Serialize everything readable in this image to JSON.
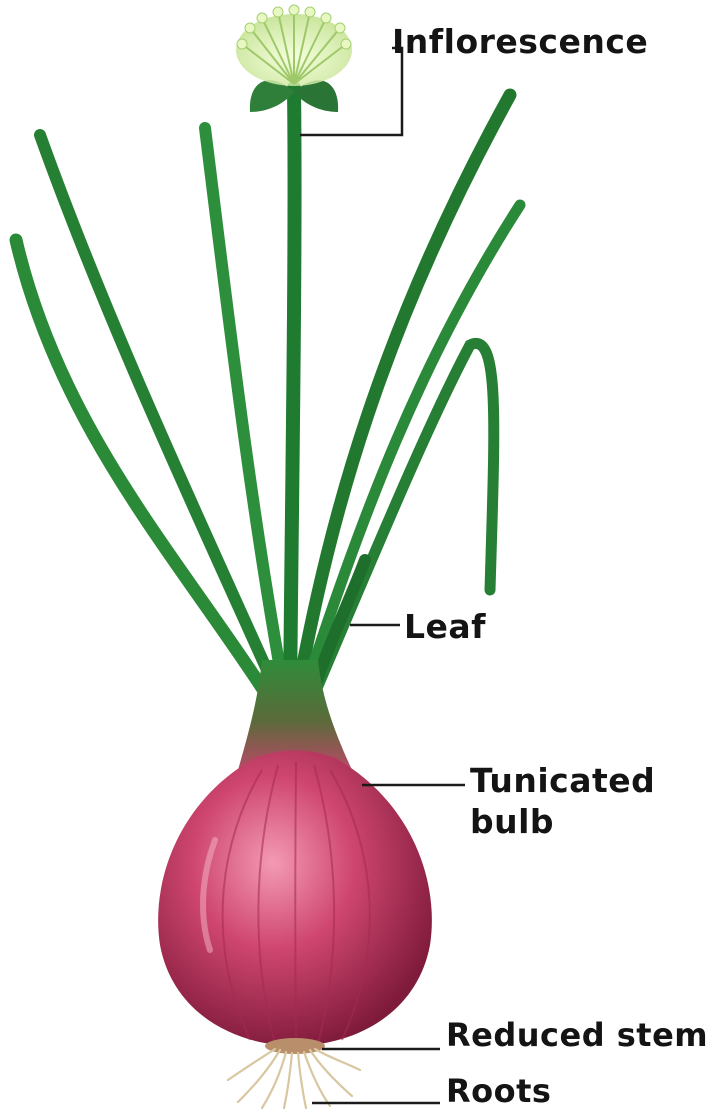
{
  "labels": {
    "inflorescence": "Inflorescence",
    "leaf": "Leaf",
    "tunicated_bulb_line1": "Tunicated",
    "tunicated_bulb_line2": "bulb",
    "reduced_stem": "Reduced stem",
    "roots": "Roots"
  },
  "colors": {
    "leaf": "#2f8c3a",
    "leaf_dark": "#1d6a2a",
    "bulb": "#c2385f",
    "bulb_dark": "#8a1f3f",
    "inflorescence": "#d8eeb0",
    "roots": "#d8c7a0",
    "leader_line": "#1a1a1a"
  }
}
